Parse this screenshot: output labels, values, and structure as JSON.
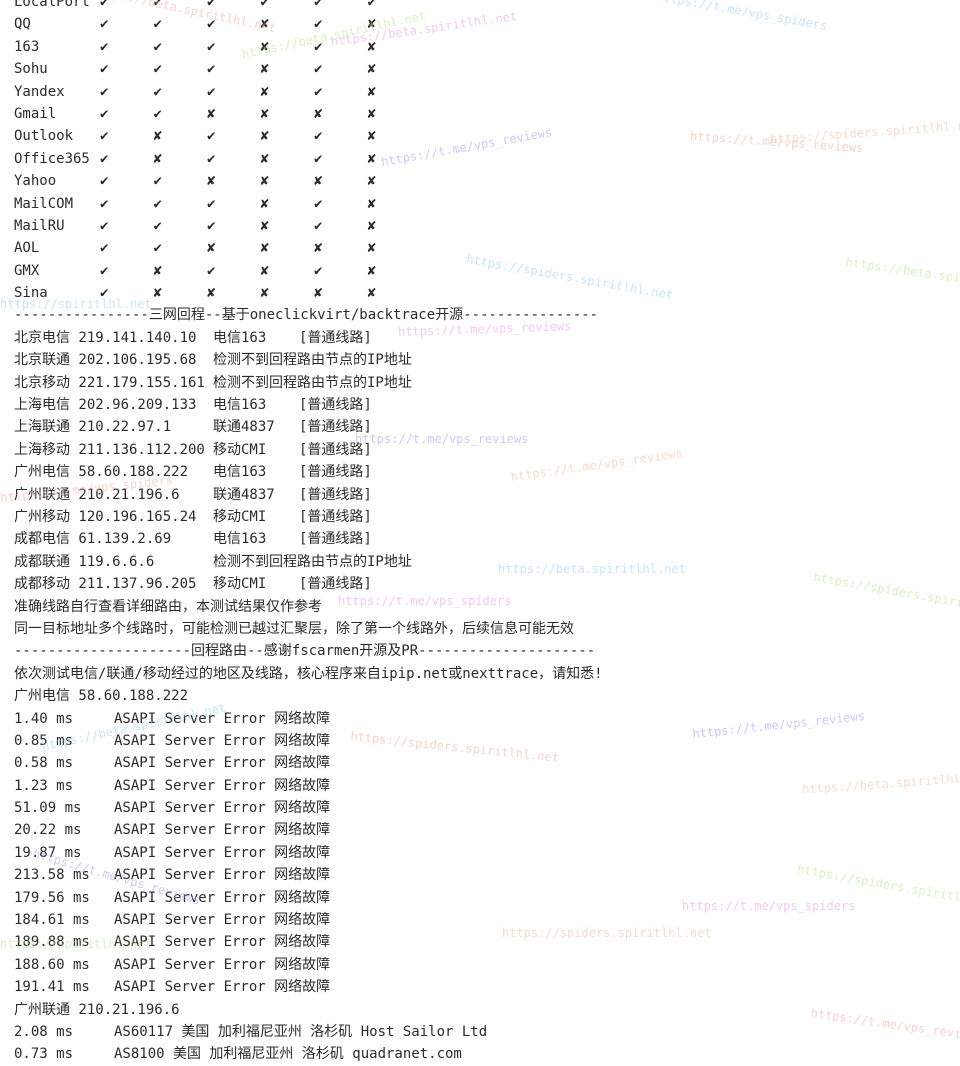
{
  "mail_table": [
    {
      "name": "LocalPort",
      "marks": [
        "✔",
        "✔",
        "✔",
        "✔",
        "✔",
        "✔"
      ]
    },
    {
      "name": "QQ",
      "marks": [
        "✔",
        "✔",
        "✔",
        "✘",
        "✔",
        "✘"
      ]
    },
    {
      "name": "163",
      "marks": [
        "✔",
        "✔",
        "✔",
        "✘",
        "✔",
        "✘"
      ]
    },
    {
      "name": "Sohu",
      "marks": [
        "✔",
        "✔",
        "✔",
        "✘",
        "✔",
        "✘"
      ]
    },
    {
      "name": "Yandex",
      "marks": [
        "✔",
        "✔",
        "✔",
        "✘",
        "✔",
        "✘"
      ]
    },
    {
      "name": "Gmail",
      "marks": [
        "✔",
        "✔",
        "✘",
        "✘",
        "✘",
        "✘"
      ]
    },
    {
      "name": "Outlook",
      "marks": [
        "✔",
        "✘",
        "✔",
        "✘",
        "✔",
        "✘"
      ]
    },
    {
      "name": "Office365",
      "marks": [
        "✔",
        "✘",
        "✔",
        "✘",
        "✔",
        "✘"
      ]
    },
    {
      "name": "Yahoo",
      "marks": [
        "✔",
        "✔",
        "✘",
        "✘",
        "✘",
        "✘"
      ]
    },
    {
      "name": "MailCOM",
      "marks": [
        "✔",
        "✔",
        "✔",
        "✘",
        "✔",
        "✘"
      ]
    },
    {
      "name": "MailRU",
      "marks": [
        "✔",
        "✔",
        "✔",
        "✘",
        "✔",
        "✘"
      ]
    },
    {
      "name": "AOL",
      "marks": [
        "✔",
        "✔",
        "✘",
        "✘",
        "✘",
        "✘"
      ]
    },
    {
      "name": "GMX",
      "marks": [
        "✔",
        "✘",
        "✔",
        "✘",
        "✔",
        "✘"
      ]
    },
    {
      "name": "Sina",
      "marks": [
        "✔",
        "✘",
        "✘",
        "✘",
        "✘",
        "✘"
      ]
    }
  ],
  "backtrace_header": "----------------三网回程--基于oneclickvirt/backtrace开源----------------",
  "backtrace_rows": [
    {
      "node": "北京电信 219.141.140.10",
      "result": "电信163",
      "type": "[普通线路]"
    },
    {
      "node": "北京联通 202.106.195.68",
      "result": "检测不到回程路由节点的IP地址",
      "type": ""
    },
    {
      "node": "北京移动 221.179.155.161",
      "result": "检测不到回程路由节点的IP地址",
      "type": ""
    },
    {
      "node": "上海电信 202.96.209.133",
      "result": "电信163",
      "type": "[普通线路]"
    },
    {
      "node": "上海联通 210.22.97.1",
      "result": "联通4837",
      "type": "[普通线路]"
    },
    {
      "node": "上海移动 211.136.112.200",
      "result": "移动CMI",
      "type": "[普通线路]"
    },
    {
      "node": "广州电信 58.60.188.222",
      "result": "电信163",
      "type": "[普通线路]"
    },
    {
      "node": "广州联通 210.21.196.6",
      "result": "联通4837",
      "type": "[普通线路]"
    },
    {
      "node": "广州移动 120.196.165.24",
      "result": "移动CMI",
      "type": "[普通线路]"
    },
    {
      "node": "成都电信 61.139.2.69",
      "result": "电信163",
      "type": "[普通线路]"
    },
    {
      "node": "成都联通 119.6.6.6",
      "result": "检测不到回程路由节点的IP地址",
      "type": ""
    },
    {
      "node": "成都移动 211.137.96.205",
      "result": "移动CMI",
      "type": "[普通线路]"
    }
  ],
  "notes": [
    "准确线路自行查看详细路由，本测试结果仅作参考",
    "同一目标地址多个线路时，可能检测已越过汇聚层，除了第一个线路外，后续信息可能无效"
  ],
  "route_header": "---------------------回程路由--感谢fscarmen开源及PR---------------------",
  "route_intro": "依次测试电信/联通/移动经过的地区及线路，核心程序来自ipip.net或nexttrace，请知悉!",
  "route_target_1": "广州电信 58.60.188.222",
  "trace_1": [
    {
      "latency": "1.40 ms",
      "info": "ASAPI Server Error 网络故障"
    },
    {
      "latency": "0.85 ms",
      "info": "ASAPI Server Error 网络故障"
    },
    {
      "latency": "0.58 ms",
      "info": "ASAPI Server Error 网络故障"
    },
    {
      "latency": "1.23 ms",
      "info": "ASAPI Server Error 网络故障"
    },
    {
      "latency": "51.09 ms",
      "info": "ASAPI Server Error 网络故障"
    },
    {
      "latency": "20.22 ms",
      "info": "ASAPI Server Error 网络故障"
    },
    {
      "latency": "19.87 ms",
      "info": "ASAPI Server Error 网络故障"
    },
    {
      "latency": "213.58 ms",
      "info": "ASAPI Server Error 网络故障"
    },
    {
      "latency": "179.56 ms",
      "info": "ASAPI Server Error 网络故障"
    },
    {
      "latency": "184.61 ms",
      "info": "ASAPI Server Error 网络故障"
    },
    {
      "latency": "189.88 ms",
      "info": "ASAPI Server Error 网络故障"
    },
    {
      "latency": "188.60 ms",
      "info": "ASAPI Server Error 网络故障"
    },
    {
      "latency": "191.41 ms",
      "info": "ASAPI Server Error 网络故障"
    }
  ],
  "route_target_2": "广州联通 210.21.196.6",
  "trace_2": [
    {
      "latency": "2.08 ms",
      "info": "AS60117 美国 加利福尼亚州 洛杉矶 Host Sailor Ltd"
    },
    {
      "latency": "0.73 ms",
      "info": "AS8100 美国 加利福尼亚州 洛杉矶 quadranet.com"
    }
  ],
  "watermarks": [
    "https://beta.spiritlhl.net",
    "https://t.me/vps_spiders",
    "https://beta.spiritlhl.net",
    "https://beta.spiritlhl.net",
    "https://t.me/vps_reviews",
    "https://spiders.spiritlhl.net",
    "https://t.me/vps_reviews",
    "https://spiders.spiritlhl.net",
    "https://beta.spiritlhl.net",
    "https://t.me/vps_reviews",
    "https://t.me/vps_reviews",
    "https://t.me/vps_reviews",
    "https://t.me/vps_spiders",
    "https://beta.spiritlhl.net",
    "https://spiders.spiritlhl.net",
    "https://t.me/vps_spiders",
    "https://t.me/vps_reviews",
    "https://beta.spiritlhl.net",
    "https://spiders.spiritlhl.net",
    "https://beta.spiritlhl.net",
    "https://spiders.spiritlhl.net",
    "https://t.me/vps_spiders",
    "https://t.me/vps_reviews",
    "https://spiders.spiritlhl.net",
    "https://t.me/vps_reviews",
    "https://spiritlhl.net",
    "https://spiritlhl.net"
  ],
  "watermark_colors": [
    "#f0b0a0",
    "#9ad0f0",
    "#b8e890",
    "#e8a0e0",
    "#a0a0f0",
    "#f0c0a0"
  ]
}
